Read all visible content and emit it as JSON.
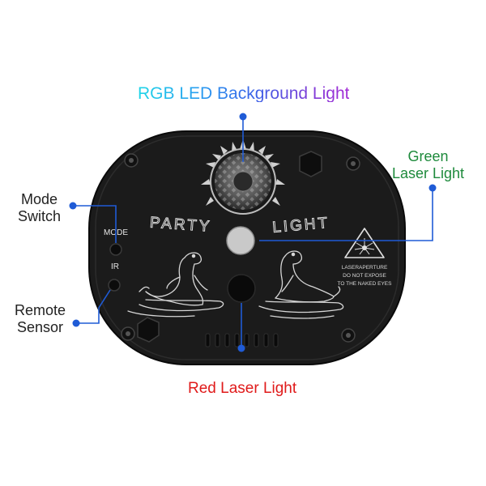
{
  "labels": {
    "rgb_led": "RGB LED Background Light",
    "green_laser_line1": "Green",
    "green_laser_line2": "Laser Light",
    "mode_switch_line1": "Mode",
    "mode_switch_line2": "Switch",
    "remote_sensor_line1": "Remote",
    "remote_sensor_line2": "Sensor",
    "red_laser": "Red Laser Light"
  },
  "device": {
    "text_party": "PARTY",
    "text_light": "LIGHT",
    "text_mode": "MODE",
    "text_ir": "IR",
    "warning_line1": "LASERAPERTURE",
    "warning_line2": "DO NOT EXPOSE",
    "warning_line3": "TO THE NAKED EYES"
  },
  "colors": {
    "pointer_blue": "#1f5bd6",
    "green_text": "#1e8a3c",
    "red_text": "#e01a1a",
    "device_body": "#1a1a1a",
    "engraving": "#d8d8d8"
  }
}
